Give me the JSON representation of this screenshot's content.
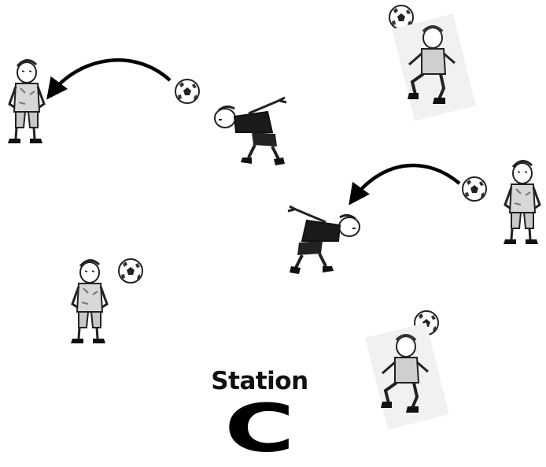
{
  "station": {
    "heading": "Station",
    "letter": "C"
  },
  "colors": {
    "ink": "#111111",
    "background": "#ffffff",
    "shirt_dark": "#1a1a1a",
    "shade": "#9a9a9a"
  },
  "figures": [
    {
      "role": "thrower",
      "icon": "player-throwing-icon"
    },
    {
      "role": "diving-header",
      "icon": "player-diving-header-icon"
    },
    {
      "role": "jumping-header",
      "icon": "player-jumping-header-icon"
    },
    {
      "role": "thrower",
      "icon": "player-throwing-icon"
    },
    {
      "role": "diving-header",
      "icon": "player-diving-header-icon"
    },
    {
      "role": "thrower",
      "icon": "player-throwing-icon"
    },
    {
      "role": "jumping-header",
      "icon": "player-jumping-header-icon"
    }
  ]
}
